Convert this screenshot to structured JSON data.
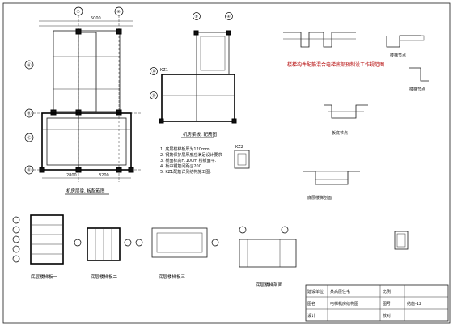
{
  "captions": {
    "plan_main": "机房层梁, 板配筋图",
    "plan_small": "机房梁板, 配筋图",
    "section_note": "楼梯构件配筋混合电梯底部预制设工作规范图",
    "section_b": "楼梯节点",
    "section_c": "楼梯节点",
    "section_d": "板底节点",
    "section_e": "底层楼梯剖面",
    "bottom_1": "底层楼梯板一",
    "bottom_2": "底层楼梯板二",
    "bottom_3": "底层楼梯板三",
    "bottom_4": "底层楼梯剖面"
  },
  "axis_bubbles_top": [
    "①",
    "④"
  ],
  "axis_bubbles_left": [
    "Ⓐ",
    "Ⓑ",
    "Ⓒ",
    "Ⓓ"
  ],
  "axis_bubbles_small_top": [
    "①",
    "④"
  ],
  "axis_bubbles_small_left": [
    "Ⓐ",
    "Ⓑ"
  ],
  "notes": [
    "1. 底层楼梯板厚为120mm.",
    "2. 钢筋保护层厚度应满足设计要求",
    "3. 板面标高H.100m 楼板面平.",
    "4. 板中钢筋间距@200.",
    "5. KZ1配筋详见结构施工图."
  ],
  "title_block": {
    "project_label": "建设单位",
    "drawing_label": "图名",
    "design_label": "设计",
    "check_label": "校对",
    "scale_label": "比例",
    "no_label": "图号",
    "project_name": "某高层住宅",
    "drawing_name": "电梯机房结构图",
    "sheet": "结施-12"
  },
  "labels": {
    "kz": "KZ1",
    "kz2": "KZ2",
    "dim_main": "5000",
    "dim_small": "3200",
    "dim_span": "2800"
  }
}
